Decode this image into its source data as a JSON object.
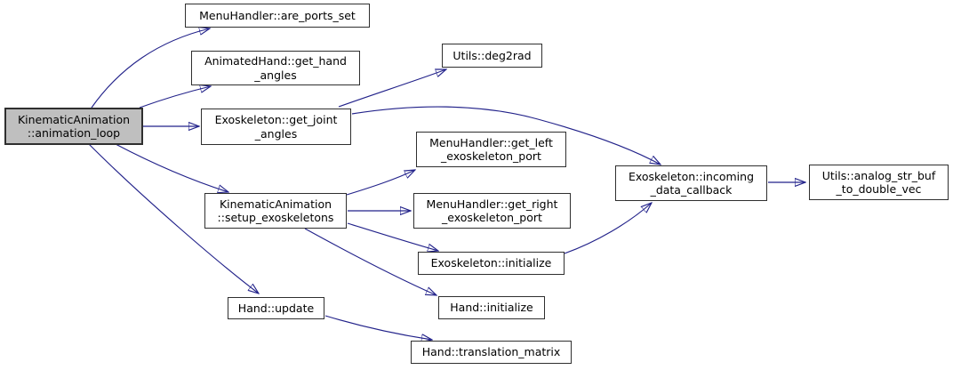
{
  "diagram_type": "doxygen-call-graph",
  "colors": {
    "edge": "#22228a",
    "node_fill": "#ffffff",
    "node_border": "#2f2f2f",
    "highlight_fill": "#bfbfbf",
    "background": "#ffffff"
  },
  "nodes": {
    "animation_loop": {
      "label": "KinematicAnimation\n::animation_loop",
      "highlighted": true
    },
    "are_ports_set": {
      "label": "MenuHandler::are_ports_set",
      "highlighted": false
    },
    "get_hand_angles": {
      "label": "AnimatedHand::get_hand\n_angles",
      "highlighted": false
    },
    "get_joint_angles": {
      "label": "Exoskeleton::get_joint\n_angles",
      "highlighted": false
    },
    "deg2rad": {
      "label": "Utils::deg2rad",
      "highlighted": false
    },
    "get_left_exoskeleton_port": {
      "label": "MenuHandler::get_left\n_exoskeleton_port",
      "highlighted": false
    },
    "setup_exoskeletons": {
      "label": "KinematicAnimation\n::setup_exoskeletons",
      "highlighted": false
    },
    "get_right_exoskeleton_port": {
      "label": "MenuHandler::get_right\n_exoskeleton_port",
      "highlighted": false
    },
    "exoskeleton_initialize": {
      "label": "Exoskeleton::initialize",
      "highlighted": false
    },
    "incoming_data_callback": {
      "label": "Exoskeleton::incoming\n_data_callback",
      "highlighted": false
    },
    "analog_str_buf_to_double_vec": {
      "label": "Utils::analog_str_buf\n_to_double_vec",
      "highlighted": false
    },
    "hand_initialize": {
      "label": "Hand::initialize",
      "highlighted": false
    },
    "hand_update": {
      "label": "Hand::update",
      "highlighted": false
    },
    "hand_translation_matrix": {
      "label": "Hand::translation_matrix",
      "highlighted": false
    }
  },
  "edges": [
    {
      "from": "animation_loop",
      "to": "are_ports_set"
    },
    {
      "from": "animation_loop",
      "to": "get_hand_angles"
    },
    {
      "from": "animation_loop",
      "to": "get_joint_angles"
    },
    {
      "from": "animation_loop",
      "to": "setup_exoskeletons"
    },
    {
      "from": "animation_loop",
      "to": "hand_update"
    },
    {
      "from": "get_joint_angles",
      "to": "deg2rad"
    },
    {
      "from": "get_joint_angles",
      "to": "incoming_data_callback"
    },
    {
      "from": "setup_exoskeletons",
      "to": "get_left_exoskeleton_port"
    },
    {
      "from": "setup_exoskeletons",
      "to": "get_right_exoskeleton_port"
    },
    {
      "from": "setup_exoskeletons",
      "to": "exoskeleton_initialize"
    },
    {
      "from": "setup_exoskeletons",
      "to": "hand_initialize"
    },
    {
      "from": "exoskeleton_initialize",
      "to": "incoming_data_callback"
    },
    {
      "from": "incoming_data_callback",
      "to": "analog_str_buf_to_double_vec"
    },
    {
      "from": "hand_update",
      "to": "hand_translation_matrix"
    }
  ]
}
